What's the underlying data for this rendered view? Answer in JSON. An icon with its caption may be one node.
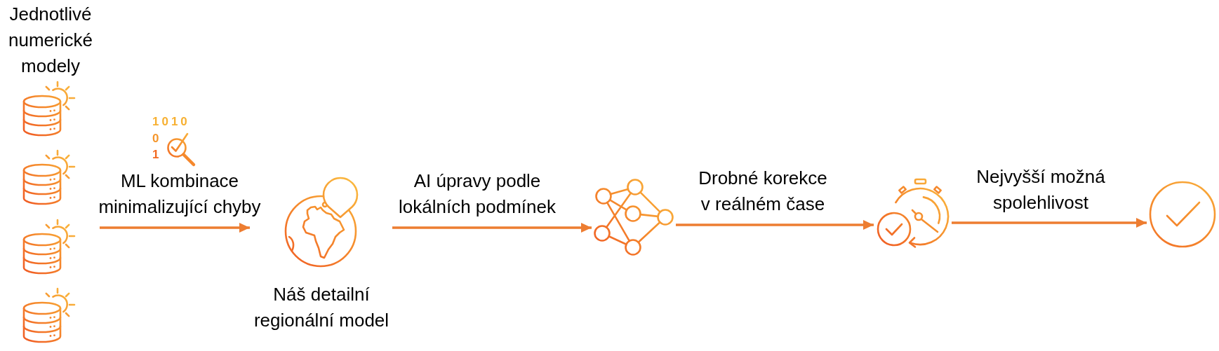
{
  "diagram": {
    "nodes": [
      {
        "text": [
          "Jednotlivé numerické modely"
        ]
      },
      {
        "text": [],
        "shape": "cylinder",
        "in": 0
      },
      {
        "text": [],
        "shape": "cylinder",
        "in": 0
      },
      {
        "text": [],
        "shape": "cylinder",
        "in": 0
      },
      {
        "text": [],
        "shape": "cylinder",
        "in": 0
      },
      {
        "text": [
          "Náš detailní regionální model"
        ]
      },
      {
        "text": [],
        "shape": "picture"
      },
      {
        "text": [],
        "shape": "picture"
      },
      {
        "text": [],
        "shape": "circle"
      }
    ],
    "edges": [
      {
        "from": 0,
        "to": 5,
        "arrow": "to",
        "label": "ML kombinace minimalizující chyby"
      },
      {
        "from": 5,
        "to": 6,
        "arrow": "to",
        "label": "AI úpravy podle lokálních podmínek"
      },
      {
        "from": 6,
        "to": 7,
        "arrow": "to",
        "label": "Drobné korekce v reálném čase"
      },
      {
        "from": 7,
        "to": 8,
        "arrow": "to",
        "label": "Nejvyšší možná spolehlivost"
      }
    ],
    "labels": [
      "1010",
      "0",
      "1"
    ]
  }
}
